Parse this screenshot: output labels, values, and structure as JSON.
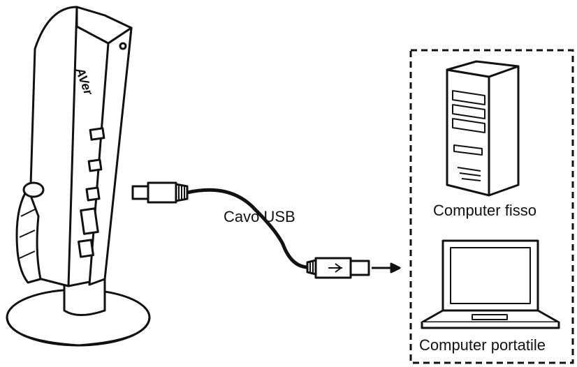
{
  "device": {
    "brand_logo": "AVer"
  },
  "cable": {
    "label": "Cavo USB"
  },
  "computers": {
    "desktop_label": "Computer fisso",
    "laptop_label": "Computer portatile"
  },
  "colors": {
    "line": "#111111",
    "fill": "#ffffff"
  }
}
